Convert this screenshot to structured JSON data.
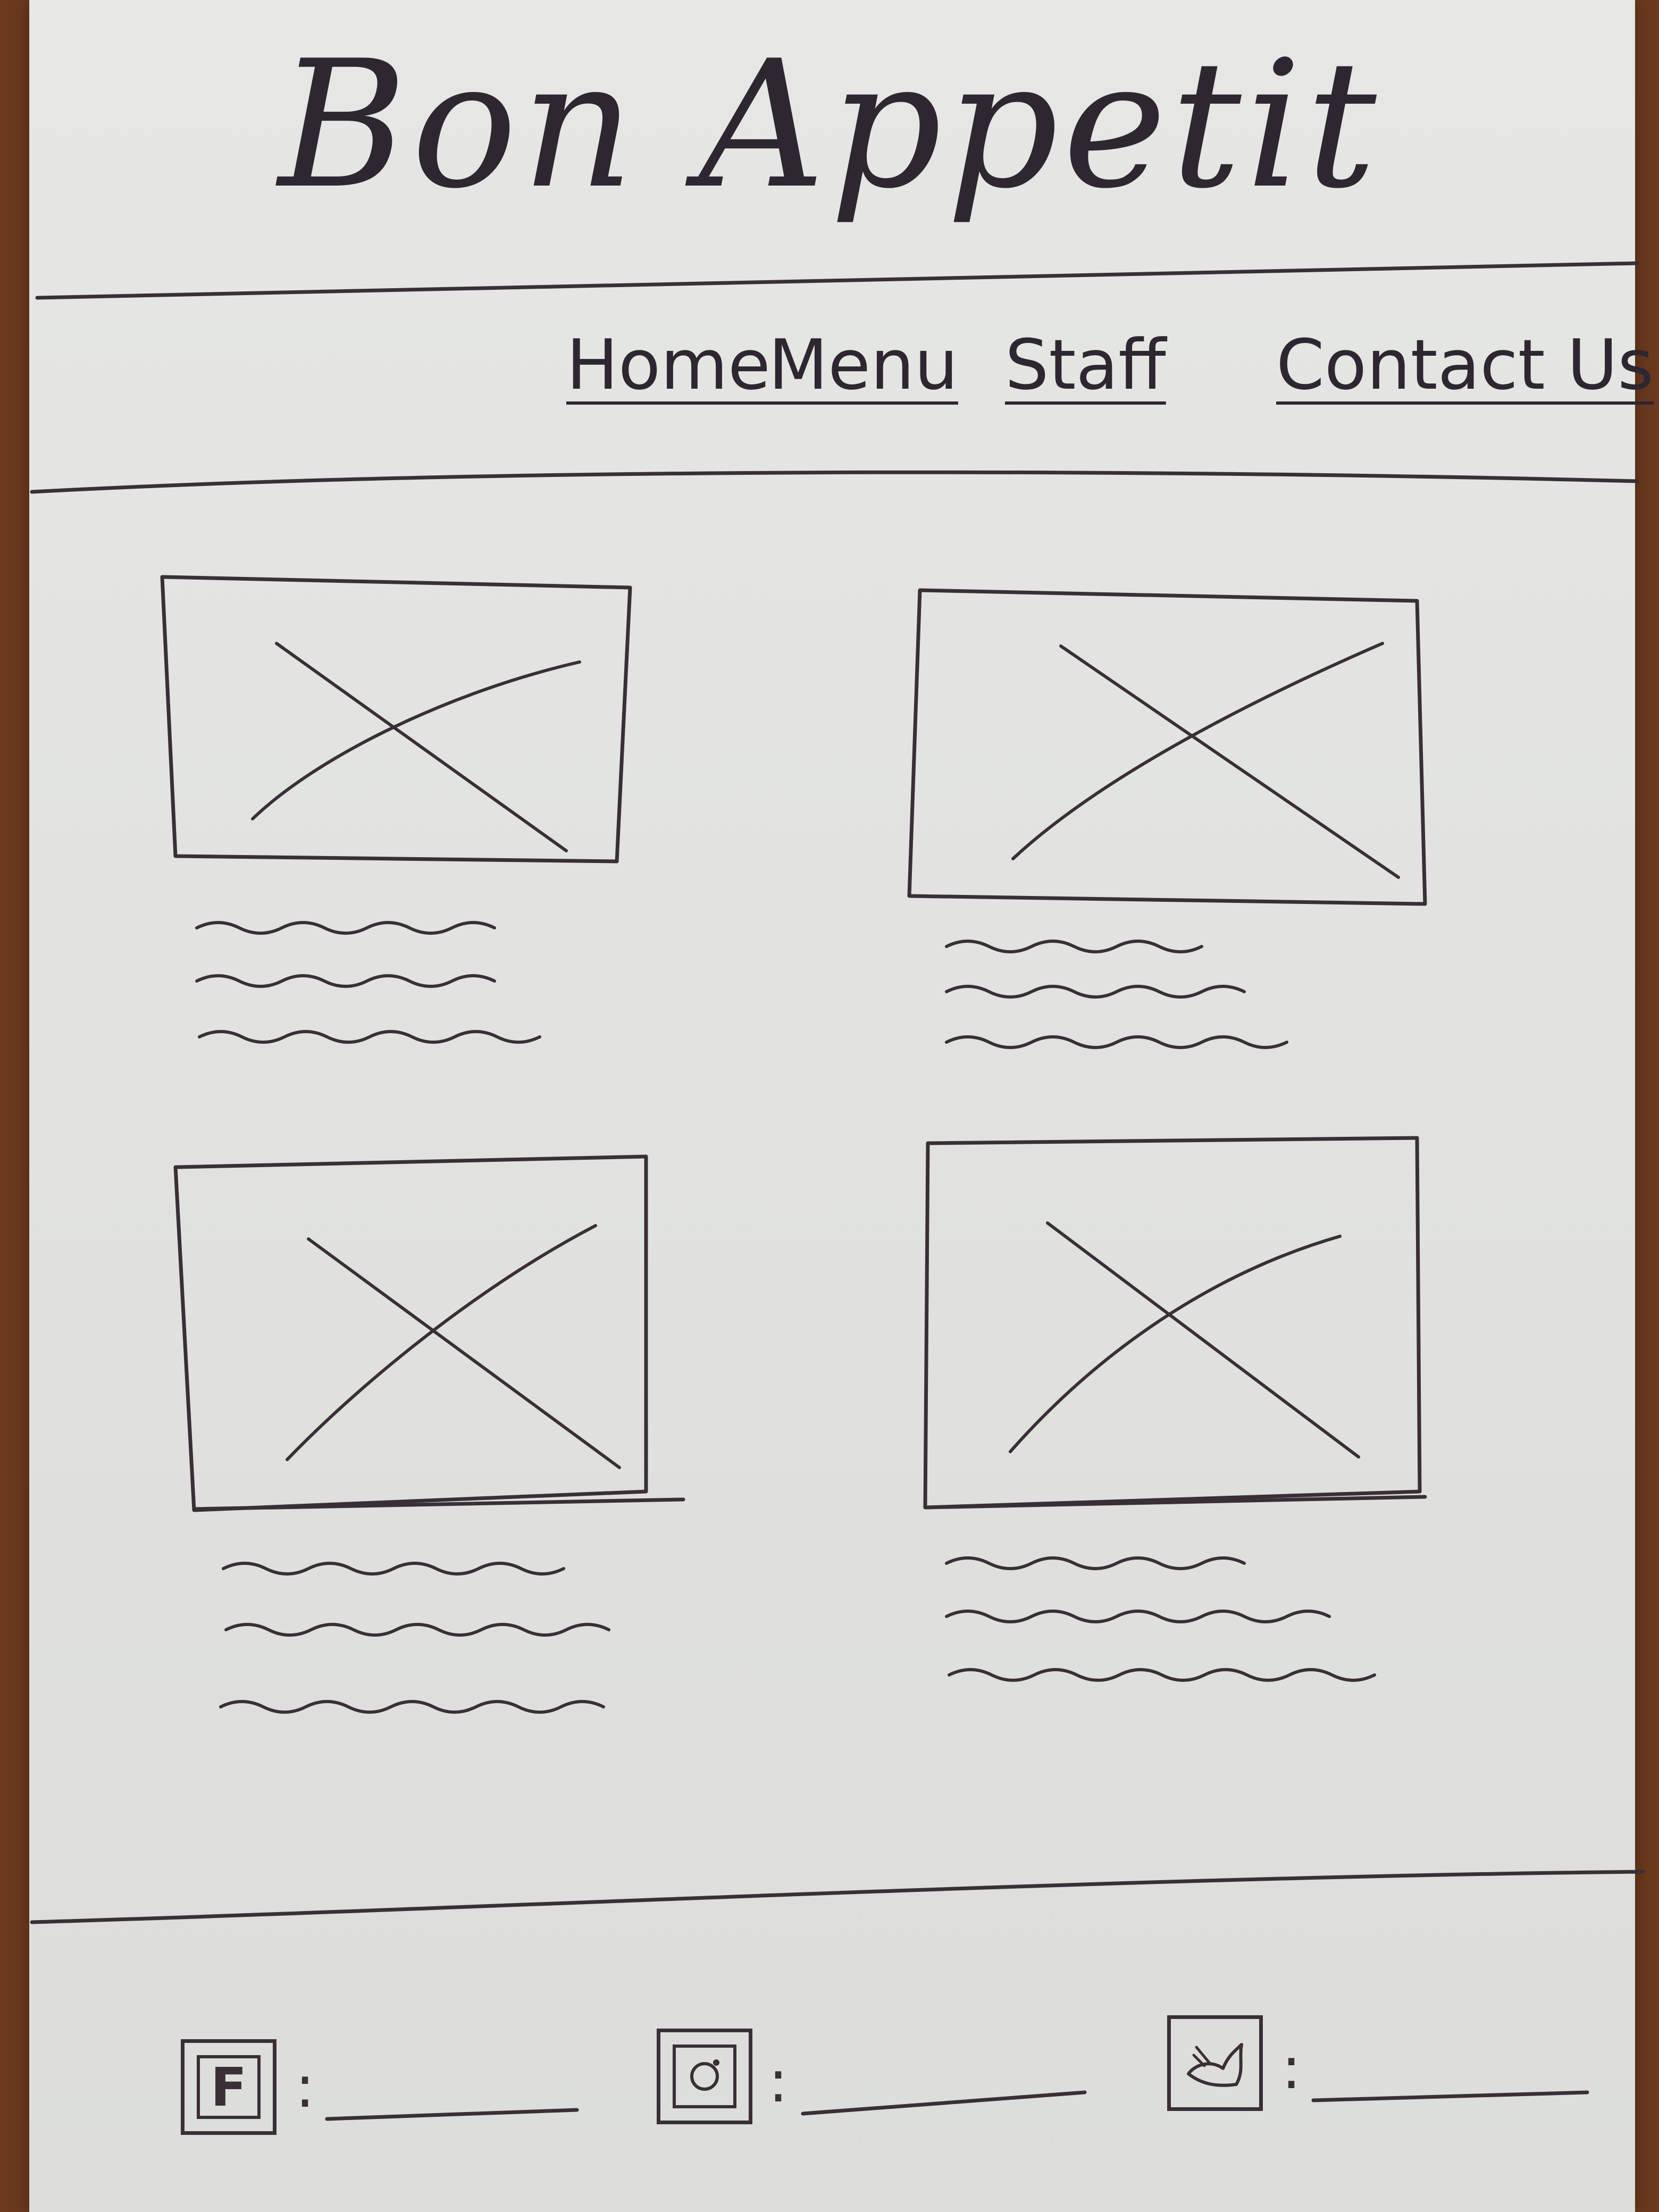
{
  "header": {
    "title": "Bon Appetit"
  },
  "nav": {
    "items": [
      "Home",
      "Menu",
      "Staff",
      "Contact Us"
    ]
  },
  "footer": {
    "social": [
      {
        "icon": "facebook-icon",
        "glyph": "F"
      },
      {
        "icon": "instagram-icon",
        "glyph": ""
      },
      {
        "icon": "twitter-icon",
        "glyph": ""
      }
    ]
  }
}
